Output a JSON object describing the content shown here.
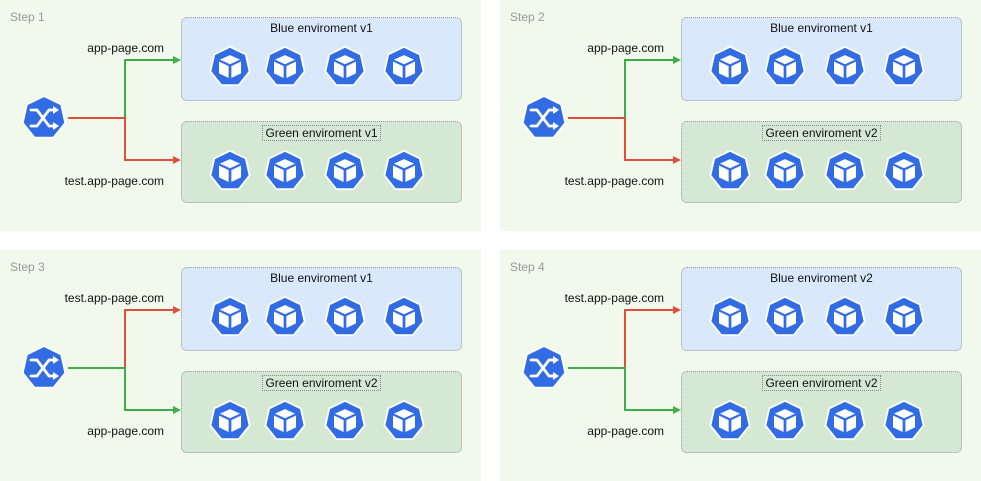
{
  "panels": [
    {
      "step": "Step 1",
      "blue_title": "Blue enviroment v1",
      "green_title": "Green enviroment v1",
      "top_url": "app-page.com",
      "bottom_url": "test.app-page.com",
      "top_line_color": "#3fae49",
      "bottom_line_color": "#e05038"
    },
    {
      "step": "Step 2",
      "blue_title": "Blue enviroment v1",
      "green_title": "Green enviroment v2",
      "top_url": "app-page.com",
      "bottom_url": "test.app-page.com",
      "top_line_color": "#3fae49",
      "bottom_line_color": "#e05038"
    },
    {
      "step": "Step 3",
      "blue_title": "Blue enviroment v1",
      "green_title": "Green enviroment v2",
      "top_url": "test.app-page.com",
      "bottom_url": "app-page.com",
      "top_line_color": "#e05038",
      "bottom_line_color": "#3fae49"
    },
    {
      "step": "Step 4",
      "blue_title": "Blue enviroment v2",
      "green_title": "Green enviroment v2",
      "top_url": "test.app-page.com",
      "bottom_url": "app-page.com",
      "top_line_color": "#e05038",
      "bottom_line_color": "#3fae49"
    }
  ],
  "colors": {
    "panel_bg": "#f1f8ec",
    "blue_env": "#dae8fc",
    "green_env": "#d5e8d4",
    "k8s_blue": "#326ce5",
    "icon_fill": "#ffffff"
  },
  "icons": {
    "router": "kubernetes-shuffle-router-icon",
    "pod": "kubernetes-pod-cube-icon"
  }
}
